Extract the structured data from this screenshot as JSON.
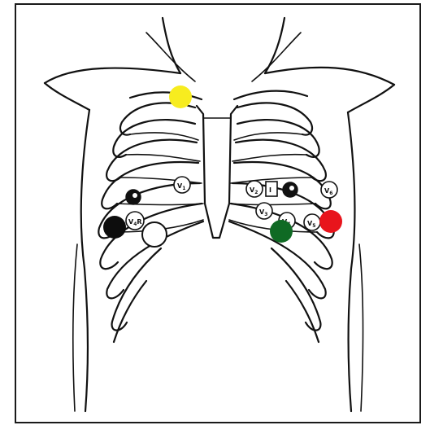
{
  "electrodes": {
    "v1": {
      "label": "V",
      "sub": "1"
    },
    "v2": {
      "label": "V",
      "sub": "2"
    },
    "v3": {
      "label": "V",
      "sub": "3"
    },
    "v4": {
      "label": "V",
      "sub": "4"
    },
    "v5": {
      "label": "V",
      "sub": "5"
    },
    "v6": {
      "label": "V",
      "sub": "6"
    },
    "v4r": {
      "label": "V",
      "sub": "4",
      "suffix": "R"
    },
    "lead_i": {
      "label": "I"
    }
  },
  "colors": {
    "yellow": "#f7ec1f",
    "black": "#0d0d0d",
    "white": "#ffffff",
    "green": "#0f6a24",
    "red": "#e8141c"
  }
}
